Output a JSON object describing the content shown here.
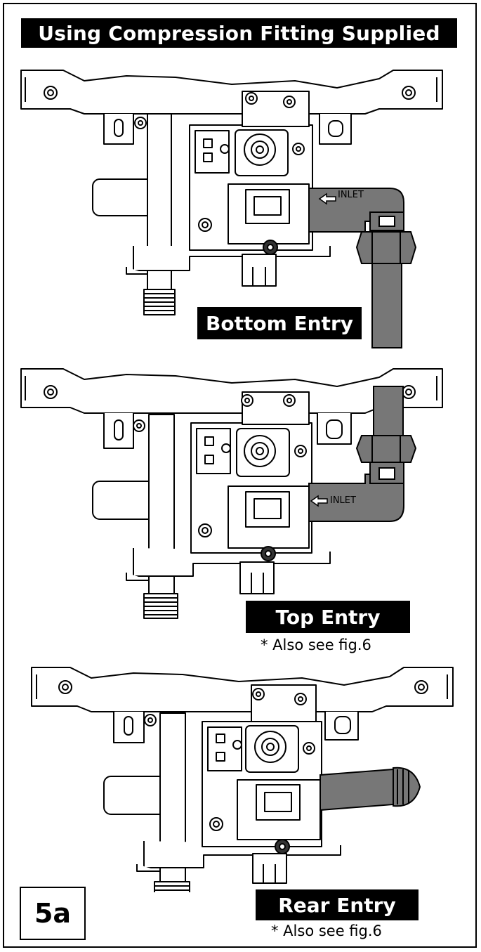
{
  "title": "Using Compression Fitting Supplied",
  "figure_number": "5a",
  "panels": [
    {
      "label": "Bottom Entry",
      "note": "",
      "inlet_label": "INLET"
    },
    {
      "label": "Top Entry",
      "note": "* Also see fig.6",
      "inlet_label": "INLET"
    },
    {
      "label": "Rear Entry",
      "note": "* Also see fig.6",
      "inlet_label": ""
    }
  ],
  "colors": {
    "hose": "#777777",
    "line": "#000000",
    "background": "#ffffff"
  }
}
